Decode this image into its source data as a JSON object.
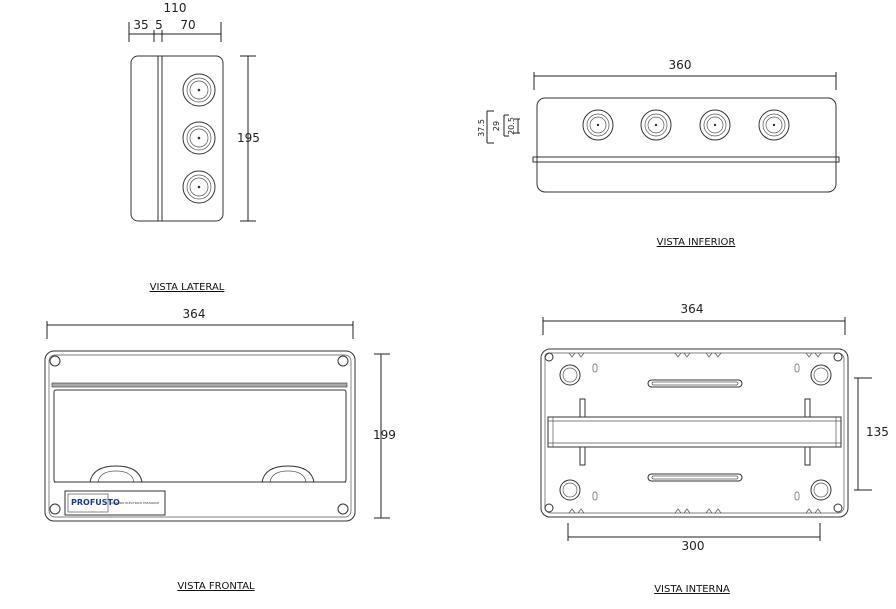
{
  "views": {
    "lateral": {
      "caption": "VISTA LATERAL",
      "dim_width": "110",
      "dim_parts": [
        "35",
        "5",
        "70"
      ],
      "dim_height": "195"
    },
    "inferior": {
      "caption": "VISTA INFERIOR",
      "dim_width": "360",
      "dim_small": [
        "37.5",
        "29",
        "20.5"
      ]
    },
    "frontal": {
      "caption": "VISTA FRONTAL",
      "dim_width": "364",
      "dim_height": "199",
      "brand": "PROFUSTO",
      "label_text": "QUADRO ELÉCTRICO ESTANQUE"
    },
    "interna": {
      "caption": "VISTA INTERNA",
      "dim_width": "364",
      "dim_height": "135",
      "dim_bottom": "300"
    }
  }
}
